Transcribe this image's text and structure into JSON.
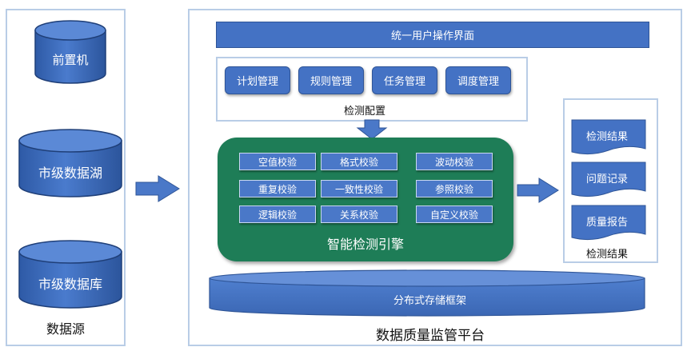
{
  "data_source": {
    "caption": "数据源",
    "items": [
      "前置机",
      "市级数据湖",
      "市级数据库"
    ]
  },
  "platform": {
    "caption": "数据质量监管平台",
    "ui_bar": "统一用户操作界面",
    "config": {
      "caption": "检测配置",
      "buttons": [
        "计划管理",
        "规则管理",
        "任务管理",
        "调度管理"
      ]
    },
    "engine": {
      "caption": "智能检测引擎",
      "checks": [
        "空值校验",
        "格式校验",
        "波动校验",
        "重复校验",
        "一致性校验",
        "参照校验",
        "逻辑校验",
        "关系校验",
        "自定义校验"
      ]
    },
    "storage": "分布式存储框架",
    "results": {
      "caption": "检测结果",
      "items": [
        "检测结果",
        "问题记录",
        "质量报告"
      ]
    }
  },
  "colors": {
    "blue": "#4472c4",
    "dark_blue_border": "#2f5597",
    "green": "#1e7d57",
    "panel_border": "#b9cde6"
  }
}
